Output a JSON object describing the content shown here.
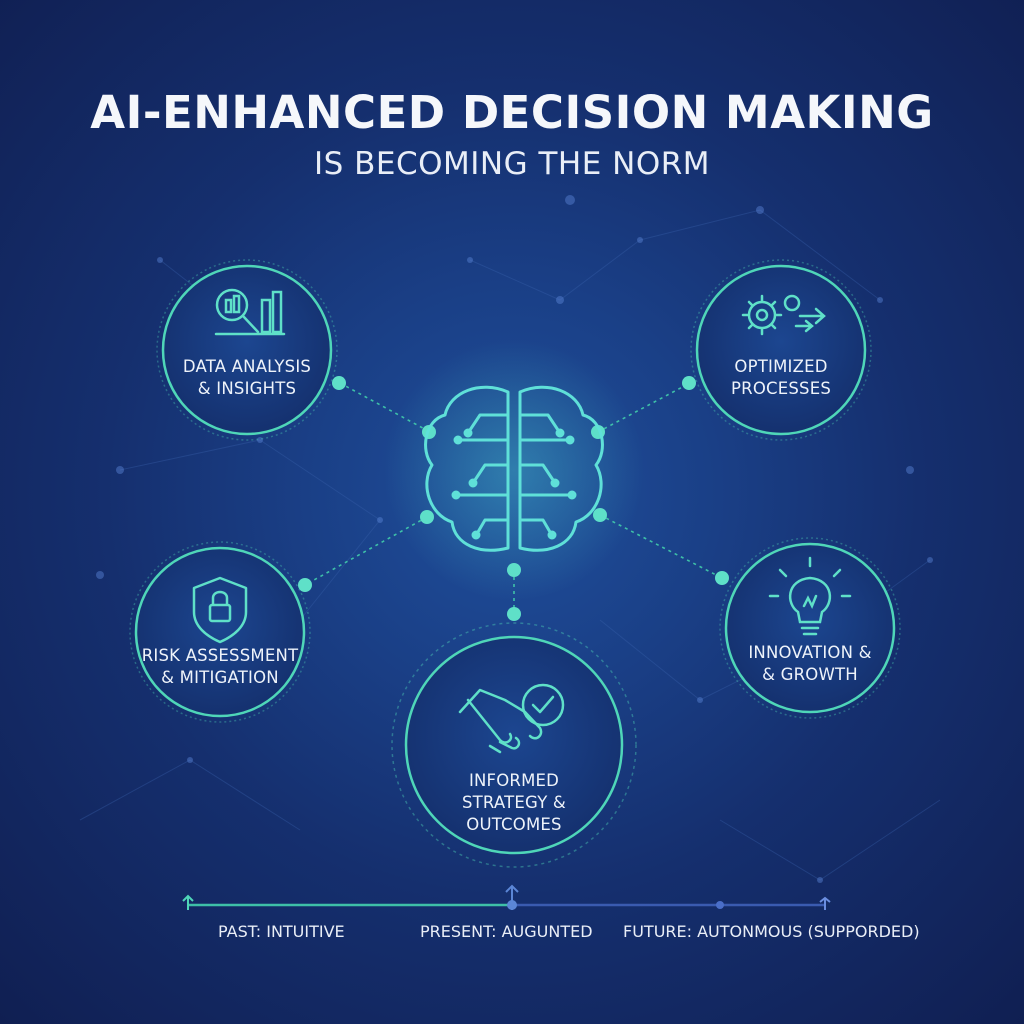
{
  "header": {
    "title": "AI-ENHANCED DECISION MAKING",
    "subtitle": "IS BECOMING THE NORM"
  },
  "center": {
    "icon": "brain-circuit-icon"
  },
  "nodes": [
    {
      "id": "data",
      "line1": "DATA ANALYSIS",
      "line2": "& INSIGHTS",
      "icon": "chart-magnifier-icon"
    },
    {
      "id": "optimized",
      "line1": "OPTIMIZED",
      "line2": "PROCESSES",
      "icon": "gears-arrows-icon"
    },
    {
      "id": "risk",
      "line1": "RISK ASSESSMENT",
      "line2": "& MITIGATION",
      "icon": "shield-lock-icon"
    },
    {
      "id": "innovation",
      "line1": "INNOVATION &",
      "line2": "& GROWTH",
      "icon": "lightbulb-icon"
    },
    {
      "id": "strategy",
      "line1": "INFORMED",
      "line2": "STRATEGY & OUTCOMES",
      "icon": "handshake-check-icon"
    }
  ],
  "timeline": {
    "past": "PAST: INTUITIVE",
    "present": "PRESENT: AUGUNTED",
    "future": "FUTURE: AUTONMOUS (SUPPORDED)"
  },
  "colors": {
    "accent": "#4fd6b8",
    "line": "#3ec0a8",
    "glow": "#5fe0c8",
    "background": "#16326f"
  }
}
